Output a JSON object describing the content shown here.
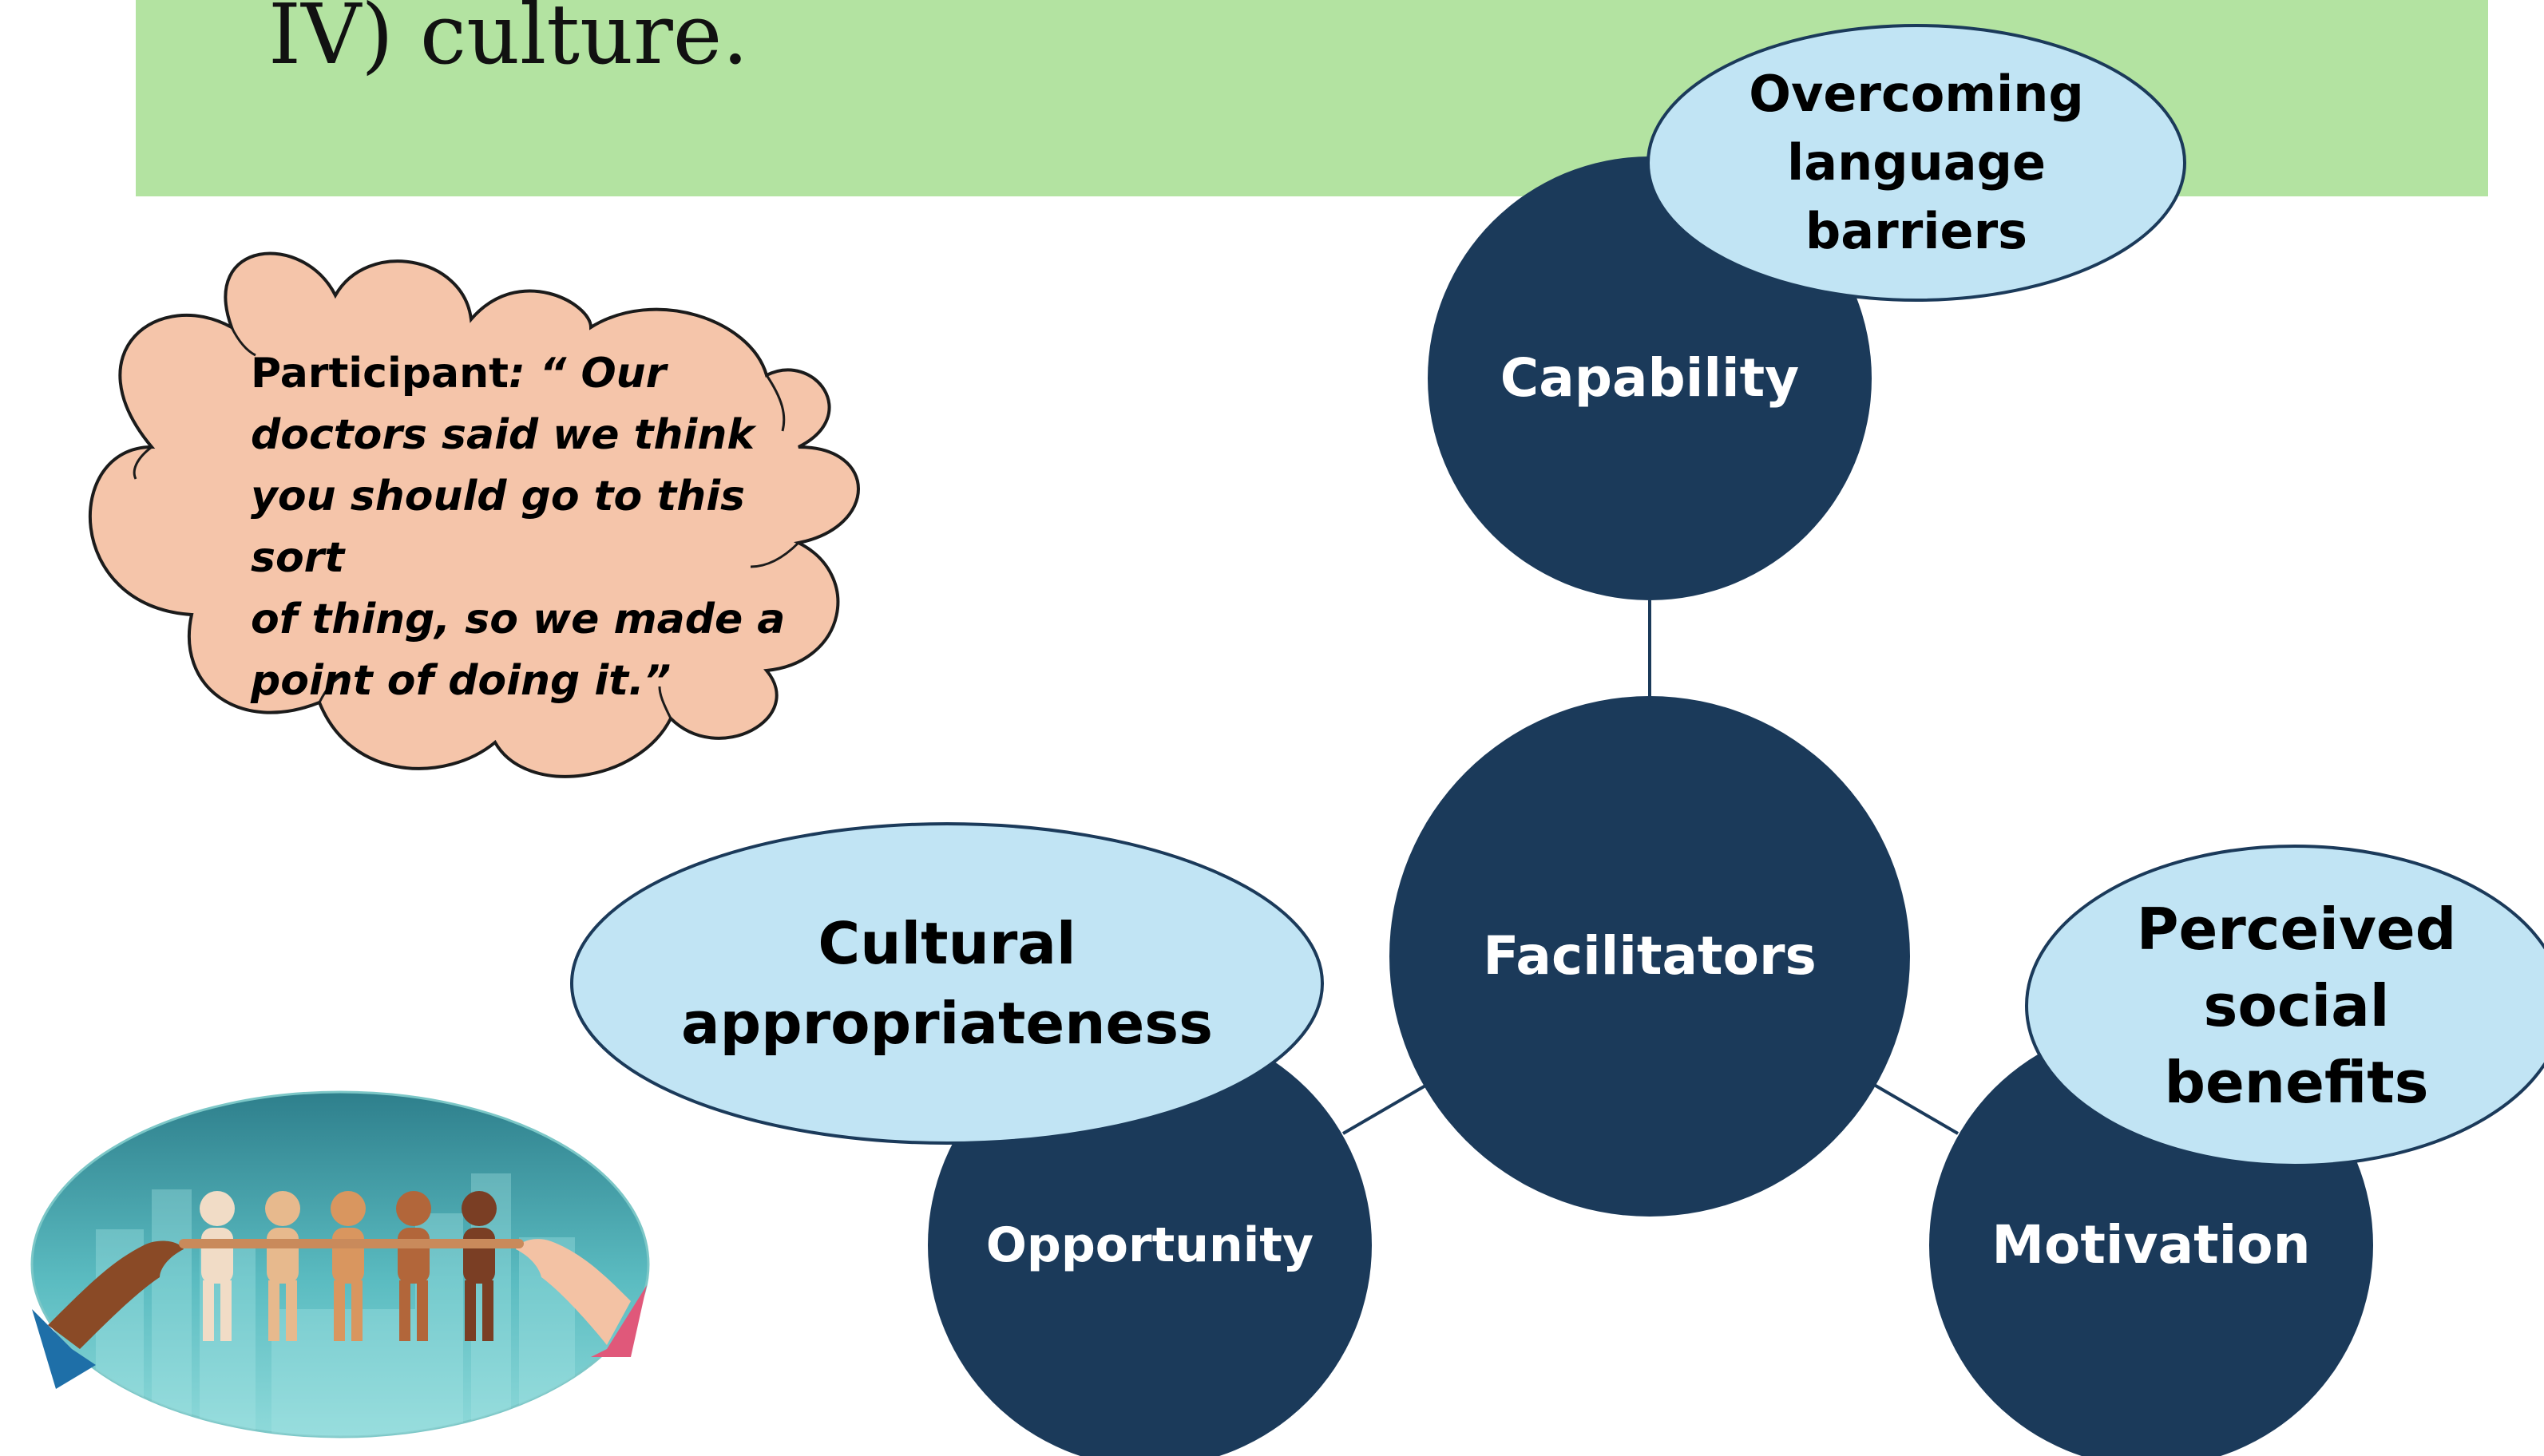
{
  "header": {
    "title": "IV) culture."
  },
  "diagram": {
    "center": {
      "label": "Facilitators"
    },
    "branches": [
      {
        "id": "capability",
        "label": "Capability",
        "theme": "Overcoming language barriers",
        "theme_lines": [
          "Overcoming",
          "language",
          "barriers"
        ]
      },
      {
        "id": "opportunity",
        "label": "Opportunity",
        "theme": "Cultural appropriateness",
        "theme_lines": [
          "Cultural",
          "appropriateness"
        ]
      },
      {
        "id": "motivation",
        "label": "Motivation",
        "theme": "Perceived social benefits",
        "theme_lines": [
          "Perceived",
          "social",
          "benefits"
        ]
      }
    ]
  },
  "callout": {
    "speaker": "Participant",
    "quote_lines": [
      ": “ Our",
      "doctors said we think",
      "you should go to this sort",
      "of thing, so we made a",
      "point of doing it.”"
    ]
  },
  "illustration": {
    "name": "diverse-people-holding-hands-illustration"
  },
  "colors": {
    "banner": "#b3e3a1",
    "node_dark": "#1b3a5a",
    "theme_ellipse": "#c1e4f4",
    "cloud": "#f5c5aa",
    "connector": "#1b3a5a"
  }
}
